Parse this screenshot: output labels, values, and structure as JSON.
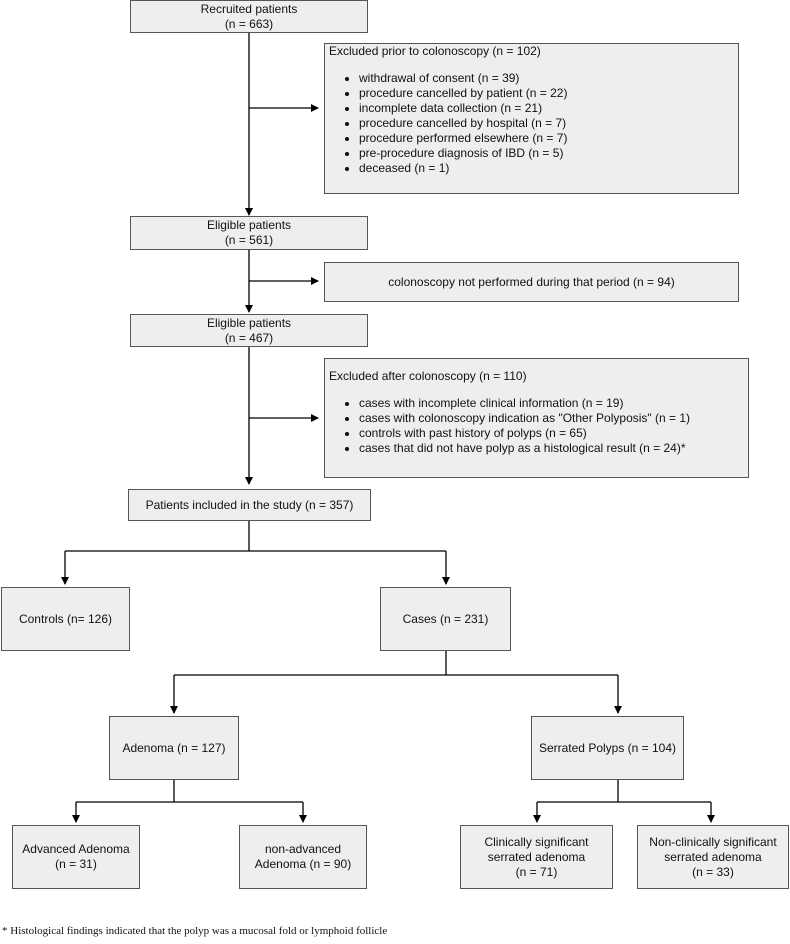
{
  "recruited": {
    "title": "Recruited patients",
    "n": "(n = 663)"
  },
  "excluded_prior": {
    "title": "Excluded prior to colonoscopy (n = 102)",
    "items": [
      "withdrawal of consent (n = 39)",
      "procedure cancelled by patient (n = 22)",
      "incomplete data collection (n = 21)",
      "procedure cancelled by hospital (n = 7)",
      "procedure performed elsewhere (n = 7)",
      "pre-procedure diagnosis of IBD (n = 5)",
      "deceased (n = 1)"
    ]
  },
  "eligible1": {
    "title": "Eligible patients",
    "n": "(n = 561)"
  },
  "not_performed": {
    "text": "colonoscopy not performed during that period (n = 94)"
  },
  "eligible2": {
    "title": "Eligible patients",
    "n": "(n = 467)"
  },
  "excluded_after": {
    "title": "Excluded after colonoscopy (n = 110)",
    "items": [
      "cases with incomplete clinical information (n = 19)",
      "cases with colonoscopy indication as \"Other Polyposis\" (n = 1)",
      "controls with past history of polyps (n = 65)",
      "cases that did not have polyp as a histological result (n = 24)*"
    ]
  },
  "included": {
    "text": "Patients included in the study (n = 357)"
  },
  "controls": {
    "text": "Controls (n= 126)"
  },
  "cases": {
    "text": "Cases (n = 231)"
  },
  "adenoma": {
    "text": "Adenoma (n = 127)"
  },
  "serrated": {
    "text": "Serrated Polyps (n = 104)"
  },
  "advanced": {
    "line1": "Advanced Adenoma",
    "line2": "(n = 31)"
  },
  "non_advanced": {
    "line1": "non-advanced",
    "line2": "Adenoma (n = 90)"
  },
  "clin_sig": {
    "line1": "Clinically significant",
    "line2": "serrated adenoma",
    "line3": "(n = 71)"
  },
  "non_clin_sig": {
    "line1": "Non-clinically significant",
    "line2": "serrated adenoma",
    "line3": "(n = 33)"
  },
  "footnote": "* Histological findings indicated that the polyp was a mucosal fold or lymphoid follicle",
  "colors": {
    "box_fill": "#eeeeee",
    "box_border": "#555555",
    "line": "#000000"
  }
}
